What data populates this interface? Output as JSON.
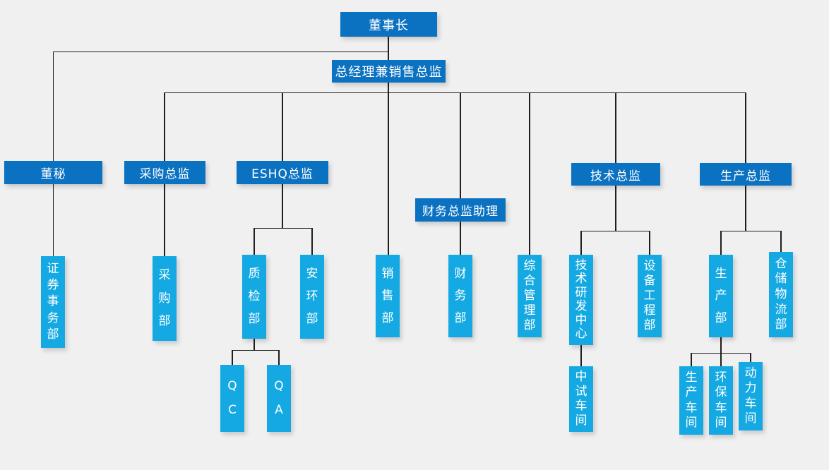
{
  "diagram": {
    "type": "organization-chart",
    "colors": {
      "background": "#f0f0f1",
      "manager_box": "#0b72c2",
      "department_box": "#14a9e2",
      "text": "#ffffff",
      "connector": "#1f1f1f"
    },
    "tree": {
      "label": "董事长",
      "children": [
        {
          "label": "董秘",
          "children": [
            {
              "label": "证券事务部"
            }
          ]
        },
        {
          "label": "总经理兼销售总监",
          "children": [
            {
              "label": "采购总监",
              "children": [
                {
                  "label": "采购部"
                }
              ]
            },
            {
              "label": "ESHQ总监",
              "children": [
                {
                  "label": "质检部",
                  "children": [
                    {
                      "label": "QC"
                    },
                    {
                      "label": "QA"
                    }
                  ]
                },
                {
                  "label": "安环部"
                }
              ]
            },
            {
              "label": "销售部"
            },
            {
              "label": "财务总监助理",
              "children": [
                {
                  "label": "财务部"
                }
              ]
            },
            {
              "label": "综合管理部"
            },
            {
              "label": "技术总监",
              "children": [
                {
                  "label": "技术研发中心",
                  "children": [
                    {
                      "label": "中试车间"
                    }
                  ]
                },
                {
                  "label": "设备工程部"
                }
              ]
            },
            {
              "label": "生产总监",
              "children": [
                {
                  "label": "生产部",
                  "children": [
                    {
                      "label": "生产车间"
                    },
                    {
                      "label": "环保车间"
                    },
                    {
                      "label": "动力车间"
                    }
                  ]
                },
                {
                  "label": "仓储物流部"
                }
              ]
            }
          ]
        }
      ]
    }
  }
}
